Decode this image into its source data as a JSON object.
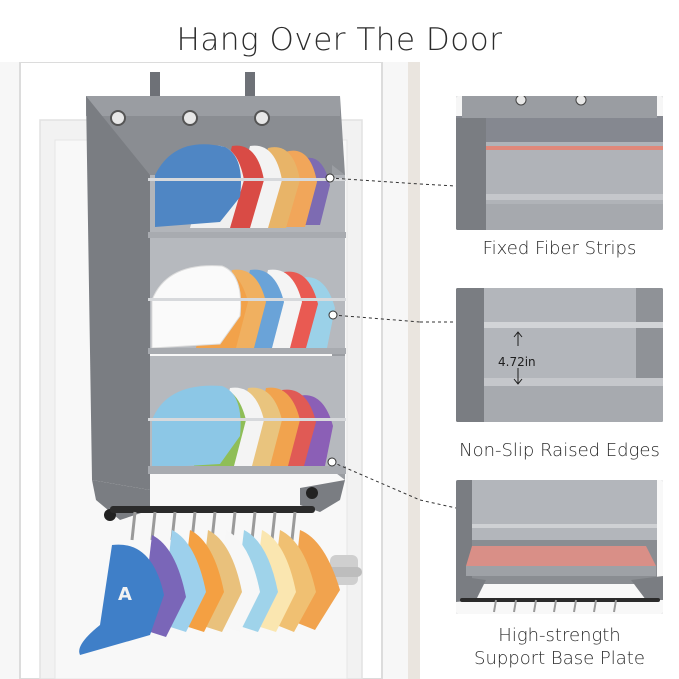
{
  "title": "Hang Over The Door",
  "callouts": [
    {
      "label_lines": [
        "Fixed Fiber Strips"
      ]
    },
    {
      "label_lines": [
        "Non-Slip Raised Edges"
      ],
      "dimension": "4.72in"
    },
    {
      "label_lines": [
        "High-strength",
        "Support Base Plate"
      ]
    }
  ],
  "hanging_cap_letter": "A",
  "colors": {
    "organizer_gray": "#8a8d92",
    "shelf_gray": "#a3a6ab",
    "fiber_strip_highlight": "#e0887a",
    "base_plate_highlight": "#d98f87",
    "door_white": "#f4f4f4",
    "wall_beige": "#eae5df"
  },
  "icons": [
    "hook-icon",
    "grommet-icon",
    "dimension-arrow-icon"
  ]
}
